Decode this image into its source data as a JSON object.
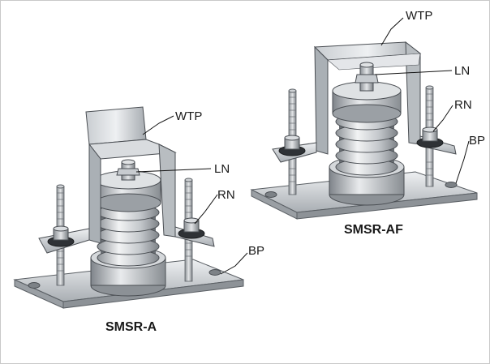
{
  "assemblies": [
    {
      "title": "SMSR-A",
      "callouts": {
        "wtp": "WTP",
        "ln": "LN",
        "rn": "RN",
        "bp": "BP"
      }
    },
    {
      "title": "SMSR-AF",
      "callouts": {
        "wtp": "WTP",
        "ln": "LN",
        "rn": "RN",
        "bp": "BP"
      }
    }
  ],
  "colors": {
    "steel_light": "#e6e8ea",
    "steel_mid": "#b9bdc1",
    "steel_dark": "#7b8086",
    "outline": "#4a4e53",
    "leader": "#111111",
    "background": "#ffffff"
  }
}
